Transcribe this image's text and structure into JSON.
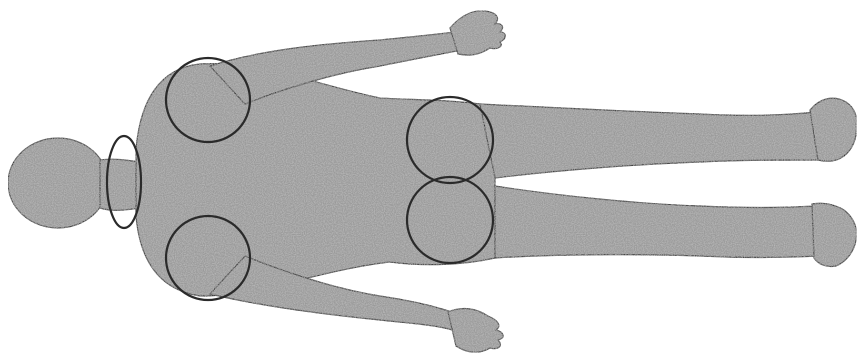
{
  "figure": {
    "subject": "human-body-silhouette",
    "view": "posterior",
    "orientation": "horizontal",
    "fill_color": "#9a9a9a",
    "outline_color": "#3a3a3a",
    "marker_color": "#2a2a2a",
    "markers": [
      {
        "id": "neck-ring"
      },
      {
        "id": "right-shoulder"
      },
      {
        "id": "left-shoulder"
      },
      {
        "id": "right-buttock"
      },
      {
        "id": "left-buttock"
      }
    ]
  }
}
